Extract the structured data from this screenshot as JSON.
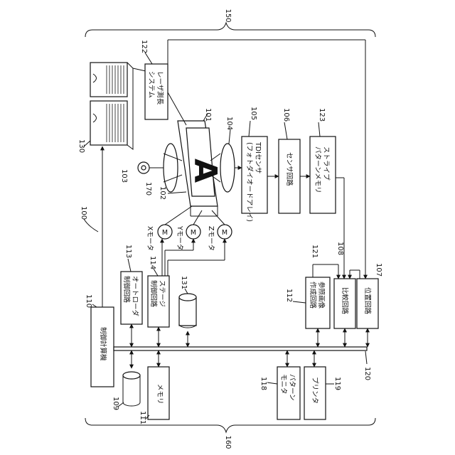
{
  "refs": {
    "r150": "150",
    "r160": "160",
    "r100": "100",
    "r122": "122",
    "r101": "101",
    "r104": "104",
    "r105": "105",
    "r106": "106",
    "r123": "123",
    "r130": "130",
    "r103": "103",
    "r170": "170",
    "r102": "102",
    "r113": "113",
    "r114": "114",
    "r131": "131",
    "r110": "110",
    "r121": "121",
    "r108": "108",
    "r107": "107",
    "r112": "112",
    "r109": "109",
    "r111": "111",
    "r118": "118",
    "r119": "119",
    "r120": "120"
  },
  "labels": {
    "laser": [
      "レーザ測長",
      "システム"
    ],
    "tdi": [
      "TDIセンサ",
      "(フォトダイオードアレイ)"
    ],
    "sensor_circuit": [
      "センサ回路"
    ],
    "stripe": [
      "ストライプ",
      "パターンメモリ"
    ],
    "autoloader": [
      "オートローダ",
      "制御回路"
    ],
    "stage": [
      "ステージ",
      "制御回路"
    ],
    "computer": [
      "制御計算機"
    ],
    "reference": [
      "参照画像",
      "作成回路"
    ],
    "compare": [
      "比較回路"
    ],
    "position": [
      "位置回路"
    ],
    "memory": [
      "メモリ"
    ],
    "monitor": [
      "パターン",
      "モニタ"
    ],
    "printer": [
      "プリンタ"
    ],
    "x_motor": "Xモータ",
    "y_motor": "Yモータ",
    "z_motor": "Zモータ",
    "motor_symbol": "M",
    "pattern_glyph": "A"
  }
}
